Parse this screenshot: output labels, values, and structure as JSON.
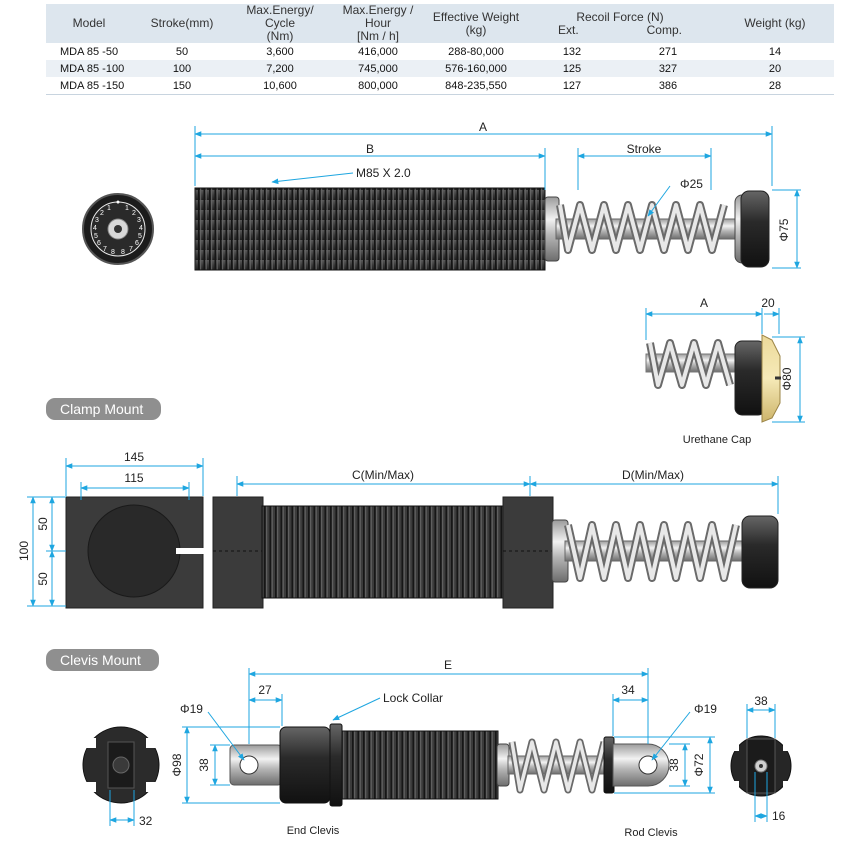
{
  "table": {
    "headers": {
      "model": "Model",
      "stroke": "Stroke(mm)",
      "energy_cycle": "Max.Energy/ Cycle",
      "energy_cycle_unit": "(Nm)",
      "energy_hour": "Max.Energy / Hour",
      "energy_hour_unit": "[Nm / h]",
      "eff_weight": "Effective Weight",
      "eff_weight_unit": "(kg)",
      "recoil": "Recoil Force (N)",
      "recoil_ext": "Ext.",
      "recoil_comp": "Comp.",
      "weight": "Weight (kg)"
    },
    "rows": [
      {
        "model": "MDA 85 -50",
        "stroke": "50",
        "energy_cycle": "3,600",
        "energy_hour": "416,000",
        "eff_weight": "288-80,000",
        "ext": "132",
        "comp": "271",
        "weight": "14"
      },
      {
        "model": "MDA 85 -100",
        "stroke": "100",
        "energy_cycle": "7,200",
        "energy_hour": "745,000",
        "eff_weight": "576-160,000",
        "ext": "125",
        "comp": "327",
        "weight": "20"
      },
      {
        "model": "MDA 85 -150",
        "stroke": "150",
        "energy_cycle": "10,600",
        "energy_hour": "800,000",
        "eff_weight": "848-235,550",
        "ext": "127",
        "comp": "386",
        "weight": "28"
      }
    ]
  },
  "main_view": {
    "dim_a": "A",
    "dim_b": "B",
    "stroke": "Stroke",
    "thread": "M85 X 2.0",
    "rod_dia": "Φ25",
    "body_dia": "Φ75",
    "dial_numbers": [
      "1",
      "2",
      "3",
      "4",
      "5",
      "6",
      "7",
      "8"
    ]
  },
  "urethane": {
    "dim_a": "A",
    "dim_20": "20",
    "dia": "Φ80",
    "caption": "Urethane Cap"
  },
  "clamp_mount": {
    "title": "Clamp Mount",
    "dim_145": "145",
    "dim_115": "115",
    "dim_100": "100",
    "dim_50_top": "50",
    "dim_50_bottom": "50",
    "dim_c": "C(Min/Max)",
    "dim_d": "D(Min/Max)"
  },
  "clevis_mount": {
    "title": "Clevis Mount",
    "dim_e": "E",
    "dim_27": "27",
    "dim_34": "34",
    "lock_collar": "Lock Collar",
    "pin_left": "Φ19",
    "pin_right": "Φ19",
    "dia_98": "Φ98",
    "dim_38_left": "38",
    "dim_38_right": "38",
    "dia_72": "Φ72",
    "dim_32": "32",
    "dim_38_top": "38",
    "dim_16": "16",
    "end_clevis": "End Clevis",
    "rod_clevis": "Rod Clevis"
  },
  "colors": {
    "dimension_line": "#1ea6e0",
    "body": "#3a3a3a",
    "header_bg": "#dde6ee",
    "pill_bg": "#8f8f8f"
  }
}
